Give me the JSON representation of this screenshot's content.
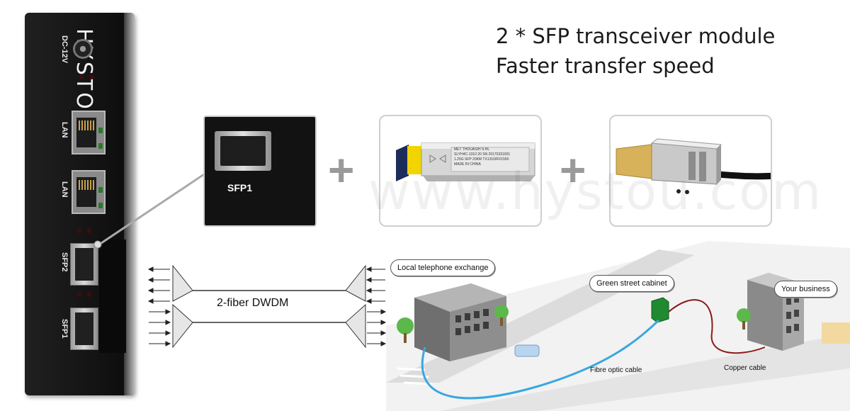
{
  "headline": {
    "line1": "2 * SFP transceiver module",
    "line2": "Faster transfer speed"
  },
  "device": {
    "brand": "HYSTOU",
    "power_label": "DC-12V",
    "lan_labels": [
      "LAN",
      "LAN"
    ],
    "sfp_labels": [
      "SFP2",
      "SFP1"
    ]
  },
  "callout": {
    "port_label": "SFP1"
  },
  "modules": {
    "transceiver_label_lines": [
      "MET THOUASIH S:HL",
      "SLYH4C-1310 20  SN 20170331001",
      "1.25G  SFP  20KM  TX1310/RX1550",
      "MADE IN CHINA"
    ],
    "plus_sign": "+"
  },
  "watermark": "www.hystou.com",
  "diagram": {
    "dwdm_label": "2-fiber DWDM",
    "bubbles": {
      "exchange": "Local telephone exchange",
      "cabinet": "Green street cabinet",
      "business": "Your business"
    },
    "cables": {
      "fibre": "Fibre optic cable",
      "copper": "Copper cable"
    }
  },
  "colors": {
    "fibre": "#3aa7e0",
    "copper": "#8b1a1a",
    "building": "#8e8e8e",
    "tree": "#5cb84a",
    "cabinet": "#1f8a2f"
  }
}
